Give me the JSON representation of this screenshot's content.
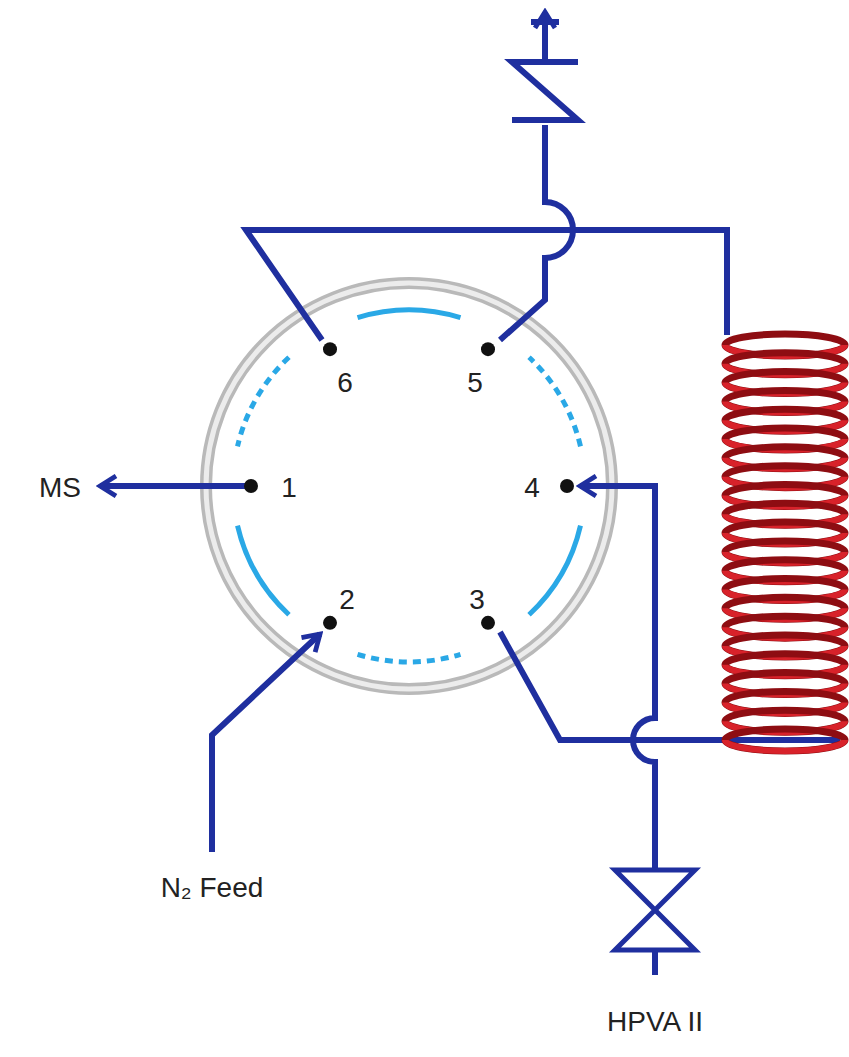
{
  "diagram": {
    "labels": [
      "MS",
      "1",
      "2",
      "3",
      "4",
      "5",
      "6",
      "N₂ Feed",
      "HPVA II"
    ]
  }
}
